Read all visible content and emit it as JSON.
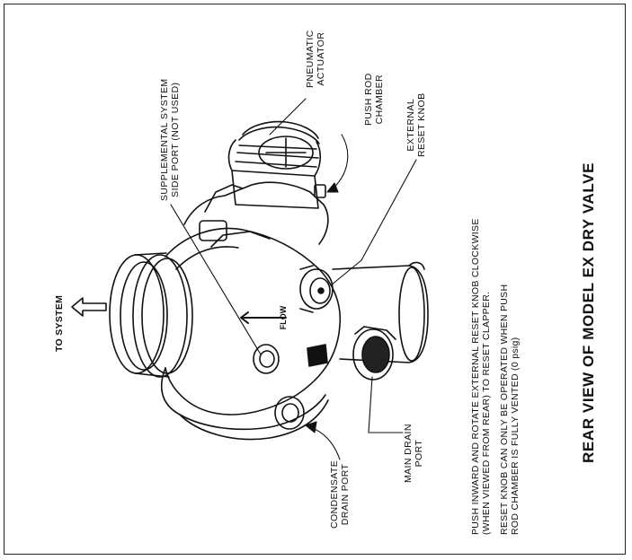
{
  "title": "REAR VIEW OF MODEL EX DRY VALVE",
  "to_system": "TO SYSTEM",
  "flow_mark": "FLOW",
  "labels": {
    "pneumatic_actuator": [
      "PNEUMATIC",
      "ACTUATOR"
    ],
    "push_rod_chamber": [
      "PUSH ROD",
      "CHAMBER"
    ],
    "external_reset_knob": [
      "EXTERNAL",
      "RESET KNOB"
    ],
    "supplemental_port": [
      "SUPPLEMENTAL SYSTEM",
      "SIDE PORT (NOT USED)"
    ],
    "main_drain_port": [
      "MAIN DRAIN",
      "PORT"
    ],
    "condensate_drain_port": [
      "CONDENSATE",
      "DRAIN PORT"
    ]
  },
  "notes": {
    "reset_instruction": [
      "PUSH INWARD AND ROTATE EXTERNAL RESET KNOB CLOCKWISE",
      "(WHEN VIEWED FROM REAR) TO RESET CLAPPER."
    ],
    "reset_condition": [
      "RESET KNOB CAN ONLY BE OPERATED WHEN PUSH",
      "ROD CHAMBER IS FULLY VENTED (0 psig)"
    ]
  },
  "colors": {
    "line": "#111111",
    "background": "#ffffff"
  }
}
